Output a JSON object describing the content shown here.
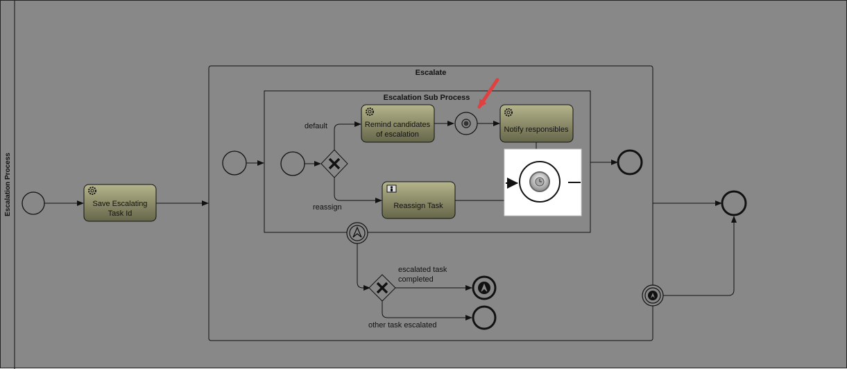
{
  "lane": {
    "label": "Escalation Process"
  },
  "subprocess_outer": {
    "title": "Escalate"
  },
  "subprocess_inner": {
    "title": "Escalation Sub Process"
  },
  "tasks": {
    "save_escalating": {
      "line1": "Save Escalating",
      "line2": "Task Id",
      "icon": "gear-icon"
    },
    "remind_candidates": {
      "line1": "Remind candidates",
      "line2": "of escalation",
      "icon": "gear-icon"
    },
    "notify_responsibles": {
      "line1": "Notify responsibles",
      "icon": "gear-icon"
    },
    "reassign_task": {
      "line1": "Reassign Task",
      "icon": "user-task-icon"
    }
  },
  "flow_labels": {
    "default": "default",
    "reassign": "reassign",
    "escalated_completed_1": "escalated task",
    "escalated_completed_2": "completed",
    "other_escalated": "other task escalated"
  },
  "colors": {
    "canvas": "#888888",
    "task_fill_top": "#b0b088",
    "task_fill_bottom": "#6e6e4c",
    "arrow_highlight": "#e04040",
    "border": "#111111"
  }
}
